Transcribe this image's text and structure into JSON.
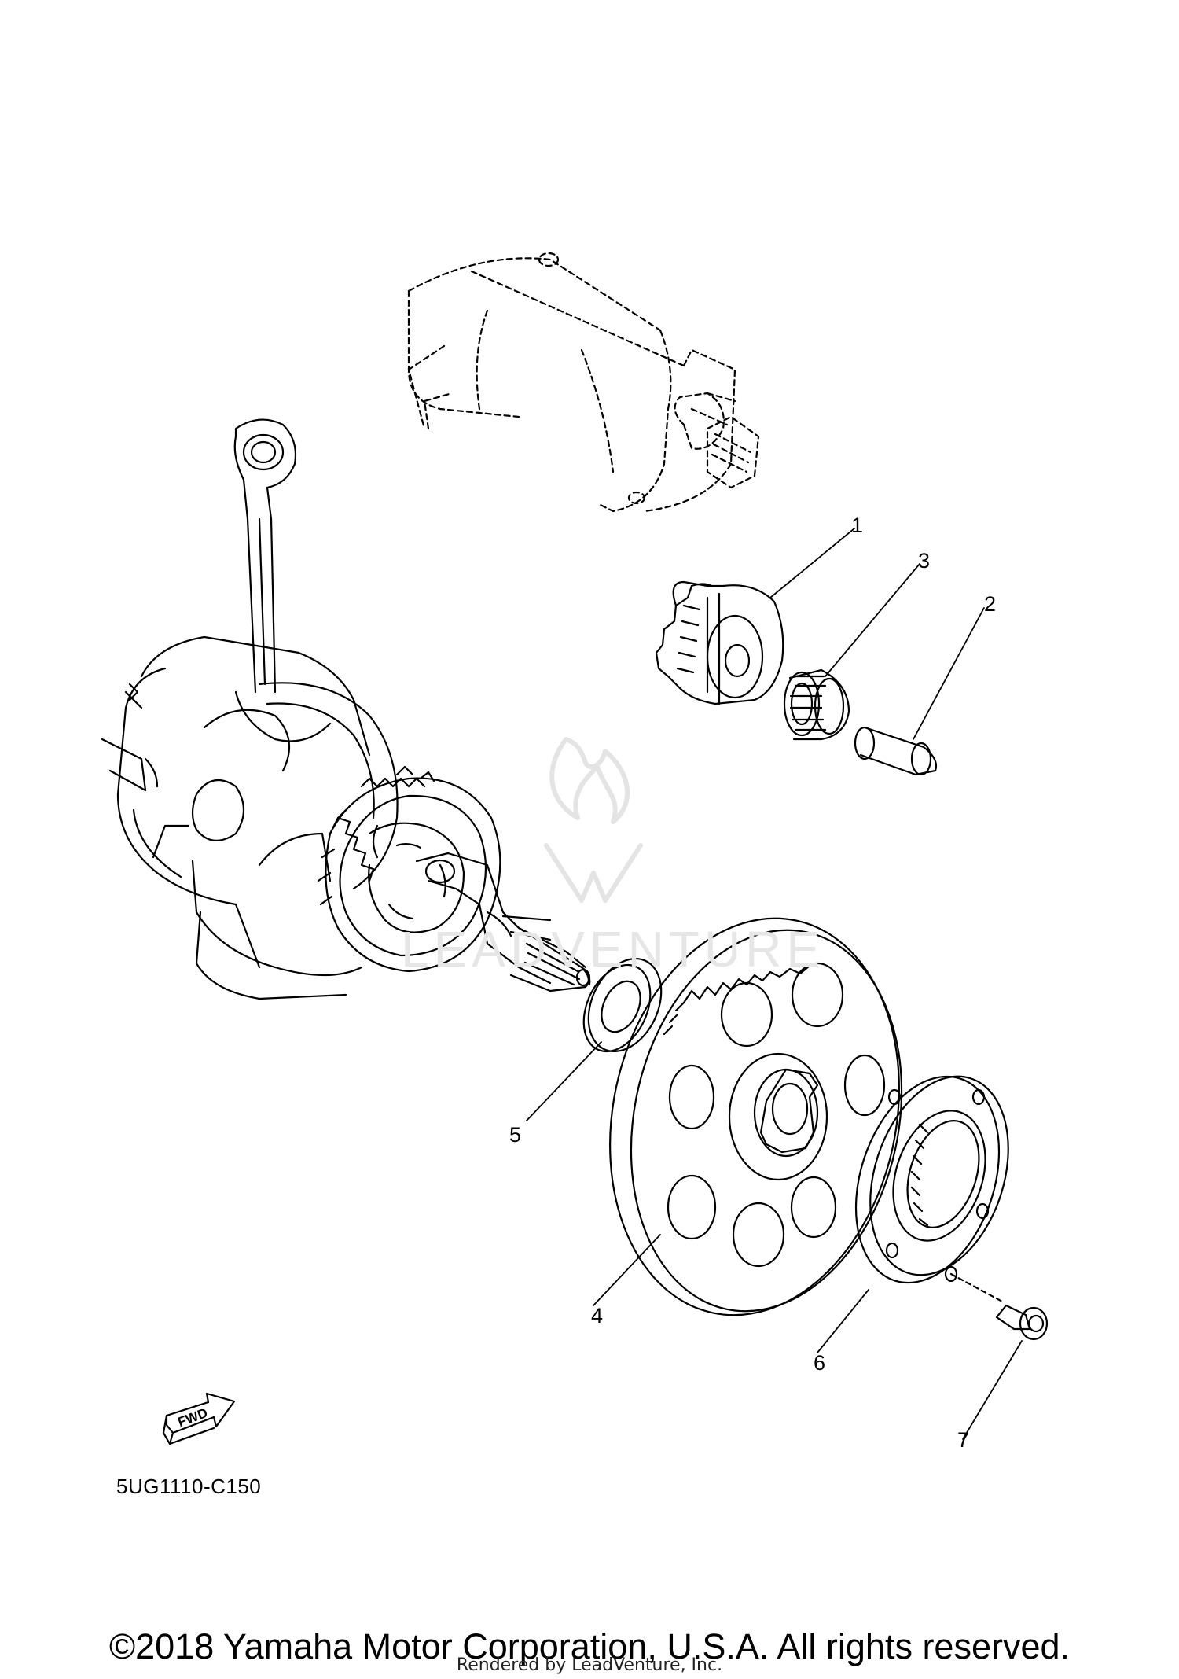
{
  "diagram": {
    "code": "5UG1110-C150",
    "fwd_label": "FWD",
    "callouts": [
      {
        "id": "1",
        "label": "1"
      },
      {
        "id": "2",
        "label": "2"
      },
      {
        "id": "3",
        "label": "3"
      },
      {
        "id": "4",
        "label": "4"
      },
      {
        "id": "5",
        "label": "5"
      },
      {
        "id": "6",
        "label": "6"
      },
      {
        "id": "7",
        "label": "7"
      }
    ]
  },
  "watermark": {
    "word": "LEADVENTURE"
  },
  "footer": {
    "copyright": "©2018 Yamaha Motor Corporation, U.S.A. All rights reserved.",
    "rendered_by": "Rendered by LeadVenture, Inc."
  }
}
